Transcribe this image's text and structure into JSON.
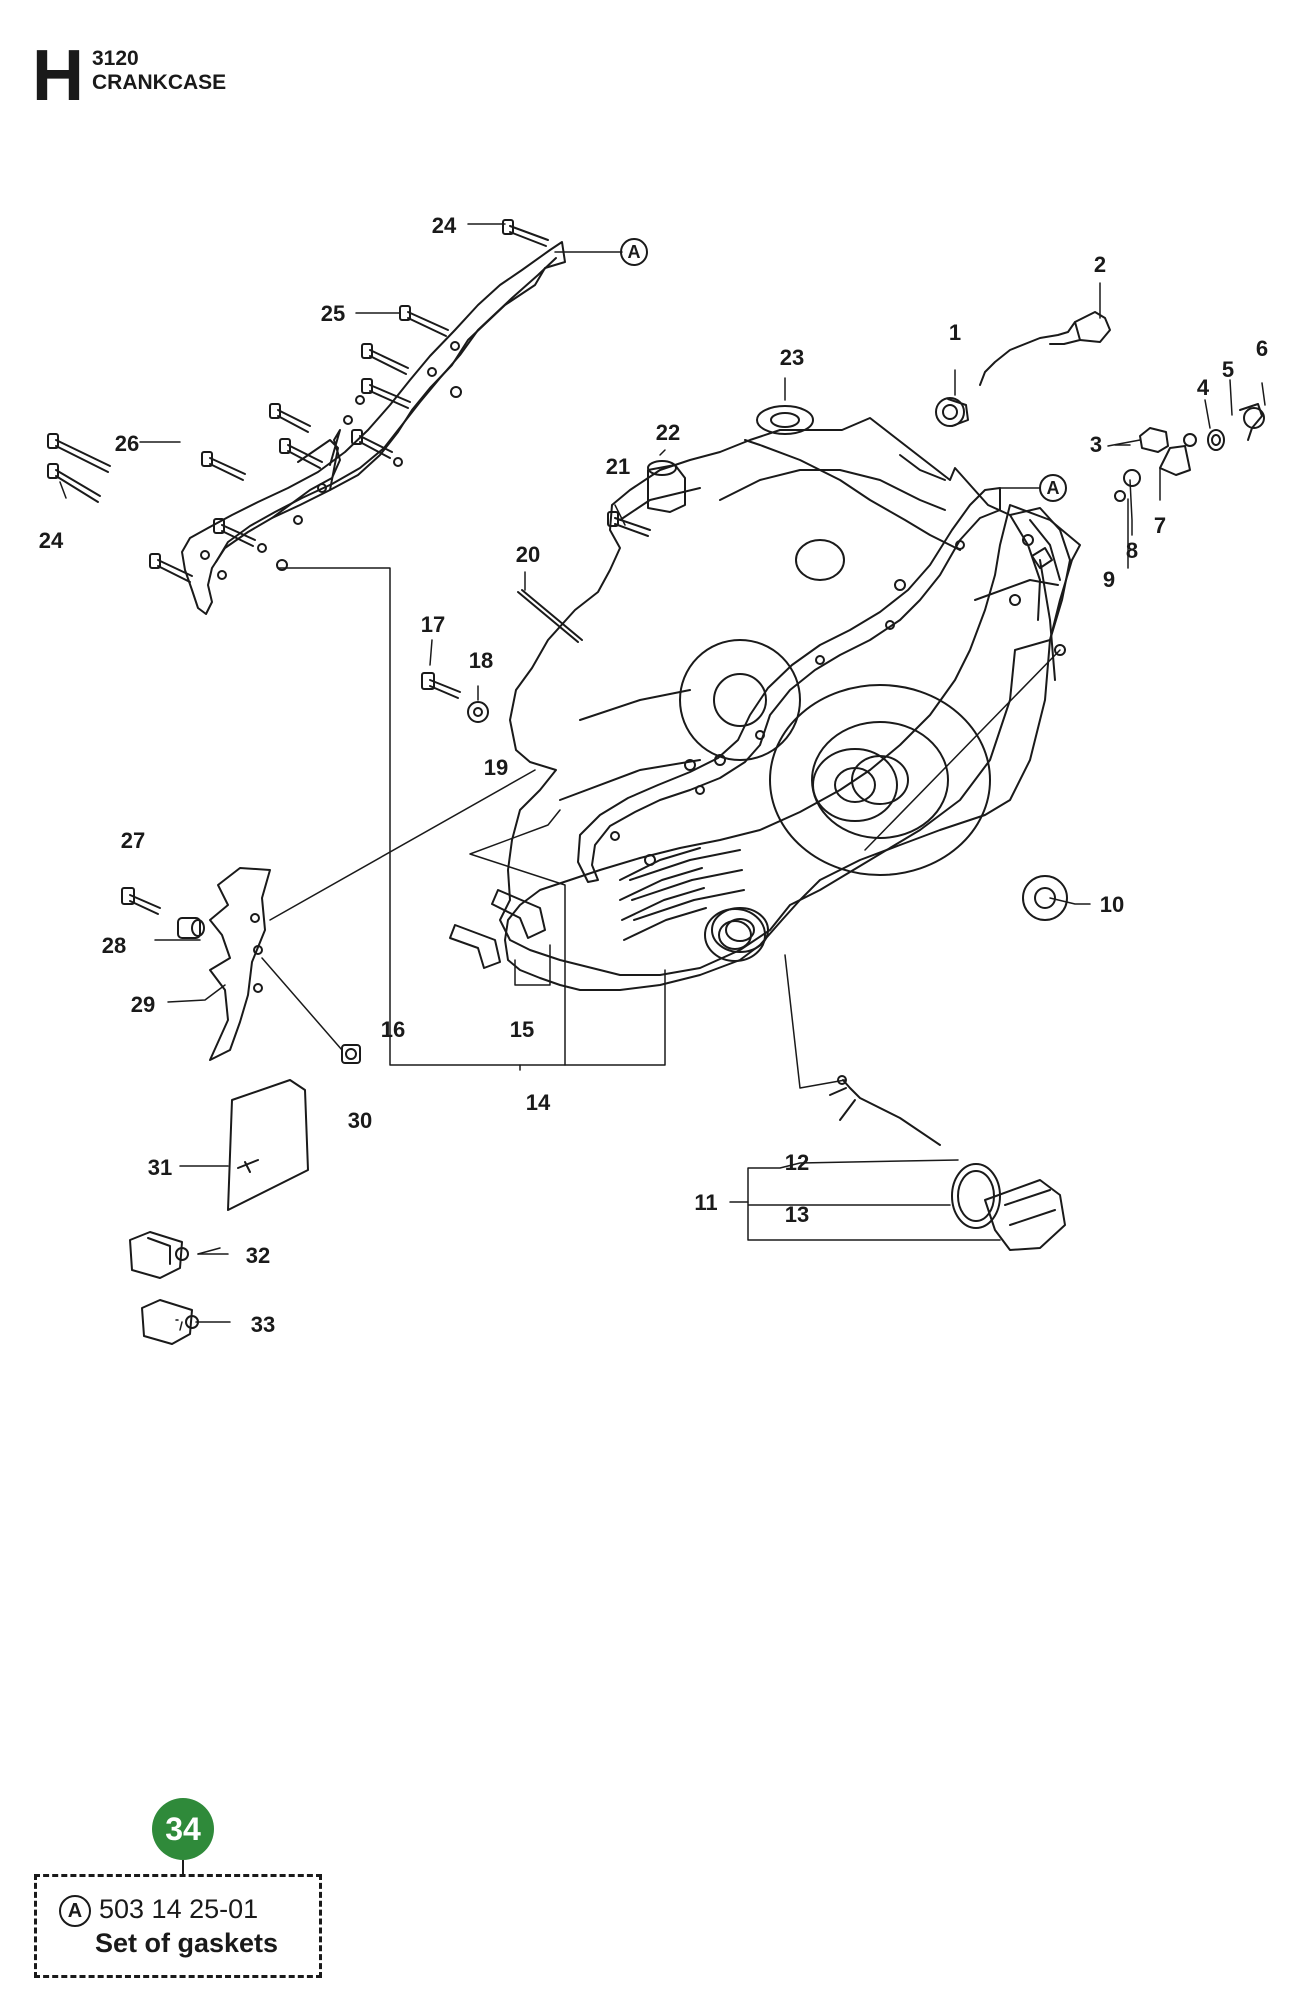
{
  "header": {
    "section_letter": "H",
    "section_number": "3120",
    "section_title": "CRANKCASE"
  },
  "diagram": {
    "callouts": [
      "1",
      "2",
      "3",
      "4",
      "5",
      "6",
      "7",
      "8",
      "9",
      "10",
      "11",
      "12",
      "13",
      "14",
      "15",
      "16",
      "17",
      "18",
      "19",
      "20",
      "21",
      "22",
      "23",
      "24",
      "24",
      "25",
      "26",
      "27",
      "28",
      "29",
      "30",
      "31",
      "32",
      "33"
    ],
    "reference_marker": "A"
  },
  "footer": {
    "page_number": "34",
    "page_badge_color": "#2f8a3a",
    "kit_reference_letter": "A",
    "kit_part_number": "503 14 25-01",
    "kit_description": "Set of gaskets"
  }
}
